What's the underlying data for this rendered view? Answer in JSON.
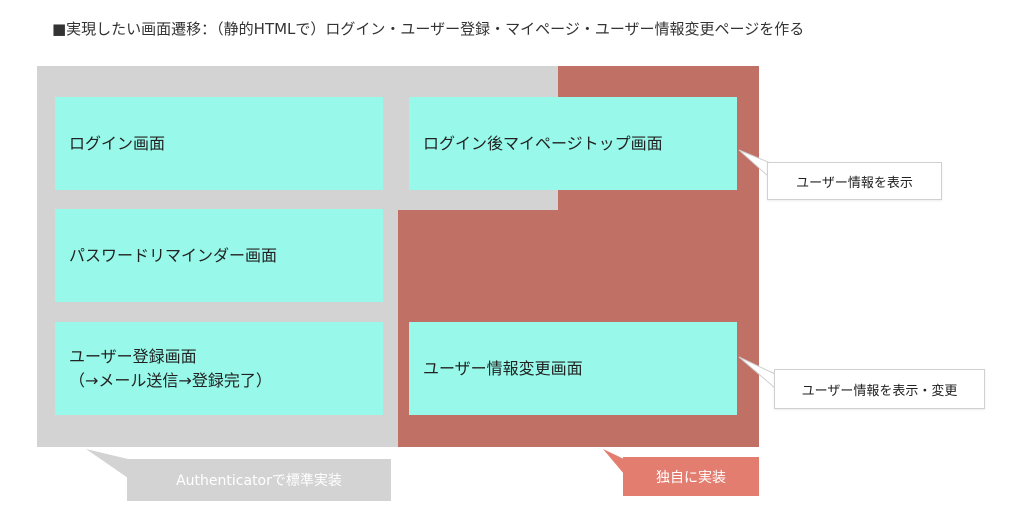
{
  "title": "■実現したい画面遷移：（静的HTMLで）ログイン・ユーザー登録・マイページ・ユーザー情報変更ページを作る",
  "screens": {
    "login": "ログイン画面",
    "password_reminder": "パスワードリマインダー画面",
    "register_line1": "ユーザー登録画面",
    "register_line2": "（→メール送信→登録完了）",
    "mypage_top": "ログイン後マイページトップ画面",
    "user_info_edit": "ユーザー情報変更画面"
  },
  "callouts": {
    "show_user_info": "ユーザー情報を表示",
    "show_edit_user_info": "ユーザー情報を表示・変更"
  },
  "legend": {
    "authenticator": "Authenticatorで標準実装",
    "custom": "独自に実装"
  },
  "colors": {
    "region_standard": "#d3d3d3",
    "region_custom": "#c07064",
    "screen_box": "#98f9ea",
    "legend_custom": "#e37d70"
  }
}
